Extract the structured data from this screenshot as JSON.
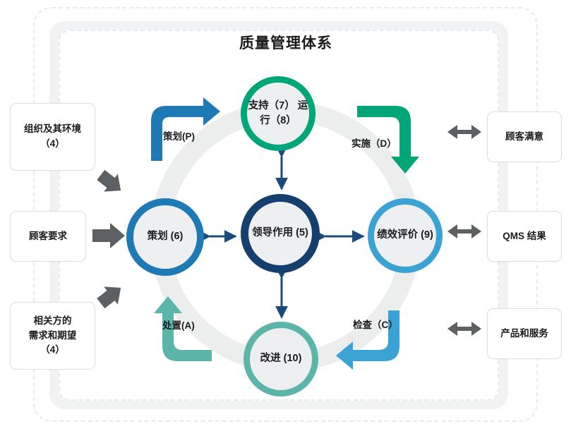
{
  "diagram": {
    "title": "质量管理体系",
    "type": "pdca-cycle-qms",
    "colors": {
      "plan_blue": "#1d7ab5",
      "do_green": "#00a578",
      "check_lightblue": "#3aa3d4",
      "act_teal": "#5cb5a9",
      "leadership_navy": "#153f6e",
      "ring_grey": "#eceded",
      "arrow_grey": "#5c6063"
    }
  },
  "inputs": [
    {
      "label_line1": "组织及其环境",
      "label_line2": "（4）",
      "arrow": "arrow-diagonal-down-right"
    },
    {
      "label_line1": "顾客要求",
      "label_line2": "",
      "arrow": "arrow-right"
    },
    {
      "label_line1": "相关方的",
      "label_line2": "需求和期望",
      "label_line3": "（4）",
      "arrow": "arrow-diagonal-up-right"
    }
  ],
  "outputs": [
    {
      "label": "顾客满意",
      "arrow": "arrow-double-horizontal"
    },
    {
      "label": "QMS 结果",
      "arrow": "arrow-double-horizontal"
    },
    {
      "label": "产品和服务",
      "arrow": "arrow-double-horizontal"
    }
  ],
  "circles": {
    "top": {
      "line1": "支持（7）",
      "line2": "运行（8）",
      "color": "#00a578"
    },
    "left": {
      "line1": "策划",
      "line2": "(6)",
      "color": "#1d7ab5"
    },
    "center": {
      "line1": "领导作用",
      "line2": "(5)",
      "color": "#153f6e"
    },
    "right": {
      "line1": "绩效评价",
      "line2": "(9)",
      "color": "#3aa3d4"
    },
    "bottom": {
      "line1": "改进",
      "line2": "(10)",
      "color": "#5cb5a9"
    }
  },
  "pdca": {
    "plan": "策划(P)",
    "do": "实施（D）",
    "check": "检查（C）",
    "act": "处置(A)"
  }
}
